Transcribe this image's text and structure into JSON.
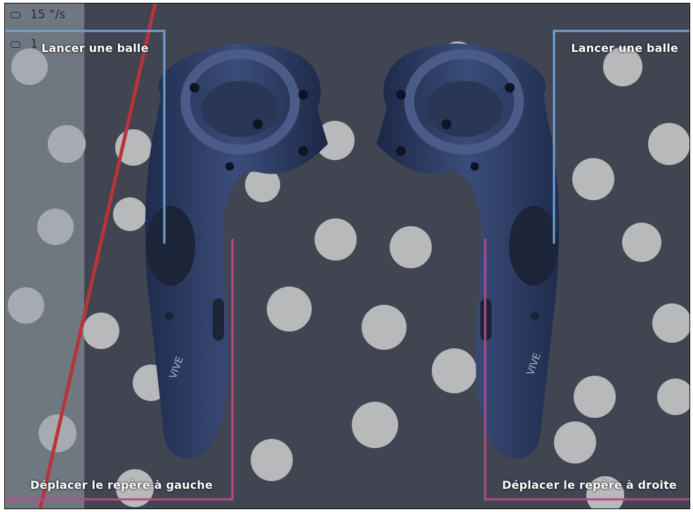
{
  "hud": {
    "speed": "15 °/s",
    "value": "1"
  },
  "labels": {
    "left_trigger": "Lancer une balle",
    "right_trigger": "Lancer une balle",
    "left_grip": "Déplacer le repère à gauche",
    "right_grip": "Déplacer le repère à droite"
  },
  "controller": {
    "brand": "VIVE"
  },
  "colors": {
    "background": "#414552",
    "dots": "#b8b9bb",
    "trigger_line": "#6fa3d8",
    "grip_line": "#b84a86",
    "red_line": "#b8343a",
    "controller_body": "#2d3d63"
  }
}
